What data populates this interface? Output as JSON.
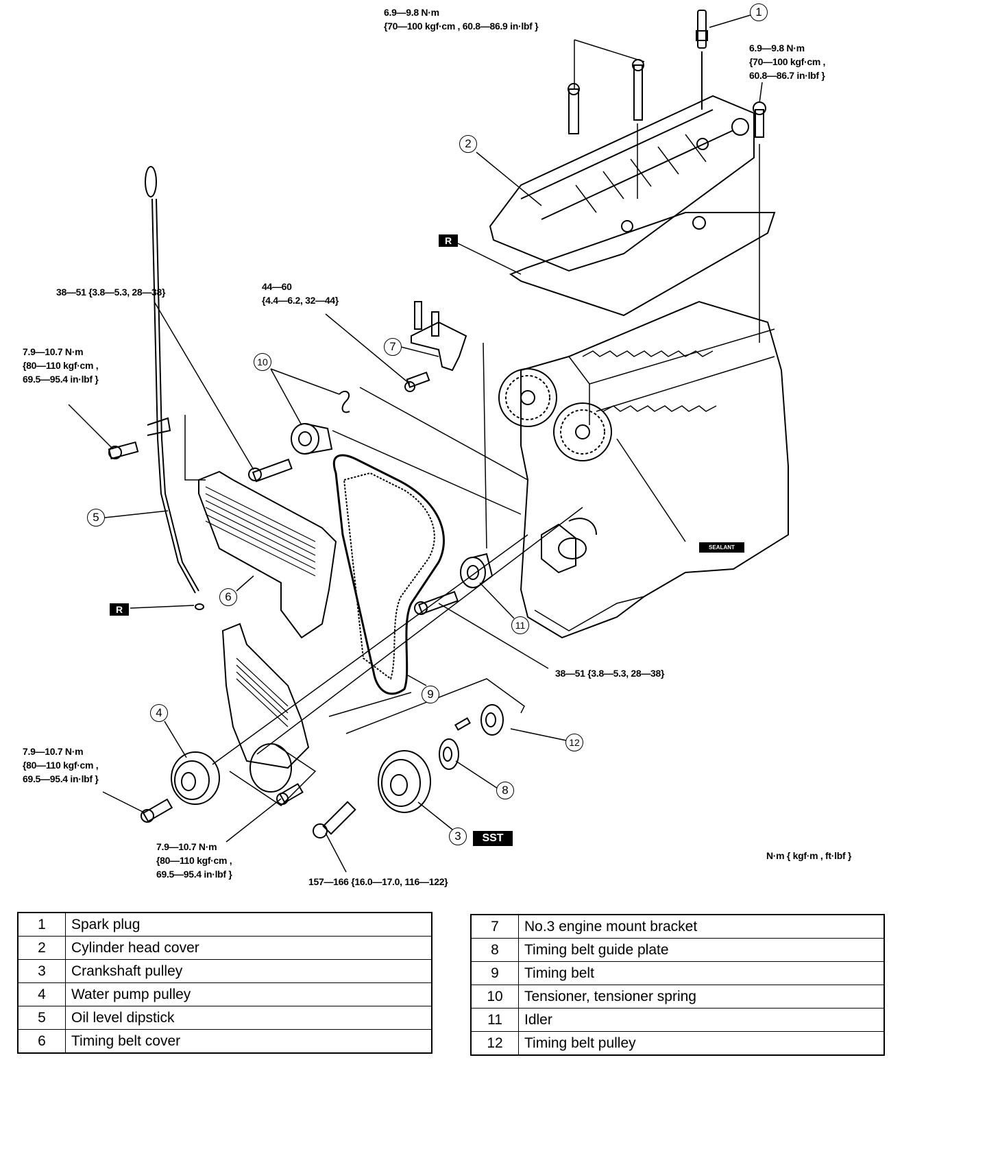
{
  "torque_specs": {
    "head_cover_bolts": [
      "6.9—9.8 N·m",
      "{70—100 kgf·cm , 60.8—86.9 in·lbf }"
    ],
    "head_cover_right": [
      "6.9—9.8 N·m",
      "{70—100 kgf·cm ,",
      "60.8—86.7 in·lbf }"
    ],
    "tensioner_bolt": [
      "38—51 {3.8—5.3, 28—38}"
    ],
    "mount_bracket_bolt": [
      "44—60",
      "{4.4—6.2, 32—44}"
    ],
    "dipstick_bolt": [
      "7.9—10.7 N·m",
      "{80—110 kgf·cm ,",
      "69.5—95.4 in·lbf }"
    ],
    "idler_bolt": [
      "38—51 {3.8—5.3, 28—38}"
    ],
    "water_pump_pulley_bolt": [
      "7.9—10.7 N·m",
      "{80—110 kgf·cm ,",
      "69.5—95.4 in·lbf }"
    ],
    "belt_cover_bolt": [
      "7.9—10.7 N·m",
      "{80—110 kgf·cm ,",
      "69.5—95.4 in·lbf }"
    ],
    "crankshaft_bolt": [
      "157—166 {16.0—17.0, 116—122}"
    ]
  },
  "units_legend": "N·m { kgf·m , ft·lbf }",
  "badges": {
    "replace": "R",
    "special_tool": "SST",
    "sealant": "SEALANT"
  },
  "callouts": [
    "1",
    "2",
    "3",
    "4",
    "5",
    "6",
    "7",
    "8",
    "9",
    "10",
    "11",
    "12"
  ],
  "parts_table_left": [
    {
      "no": "1",
      "name": "Spark plug"
    },
    {
      "no": "2",
      "name": "Cylinder head cover"
    },
    {
      "no": "3",
      "name": "Crankshaft pulley"
    },
    {
      "no": "4",
      "name": "Water pump pulley"
    },
    {
      "no": "5",
      "name": "Oil level dipstick"
    },
    {
      "no": "6",
      "name": "Timing belt cover"
    }
  ],
  "parts_table_right": [
    {
      "no": "7",
      "name": "No.3 engine mount bracket"
    },
    {
      "no": "8",
      "name": "Timing belt guide plate"
    },
    {
      "no": "9",
      "name": "Timing belt"
    },
    {
      "no": "10",
      "name": "Tensioner, tensioner spring"
    },
    {
      "no": "11",
      "name": "Idler"
    },
    {
      "no": "12",
      "name": "Timing belt pulley"
    }
  ]
}
